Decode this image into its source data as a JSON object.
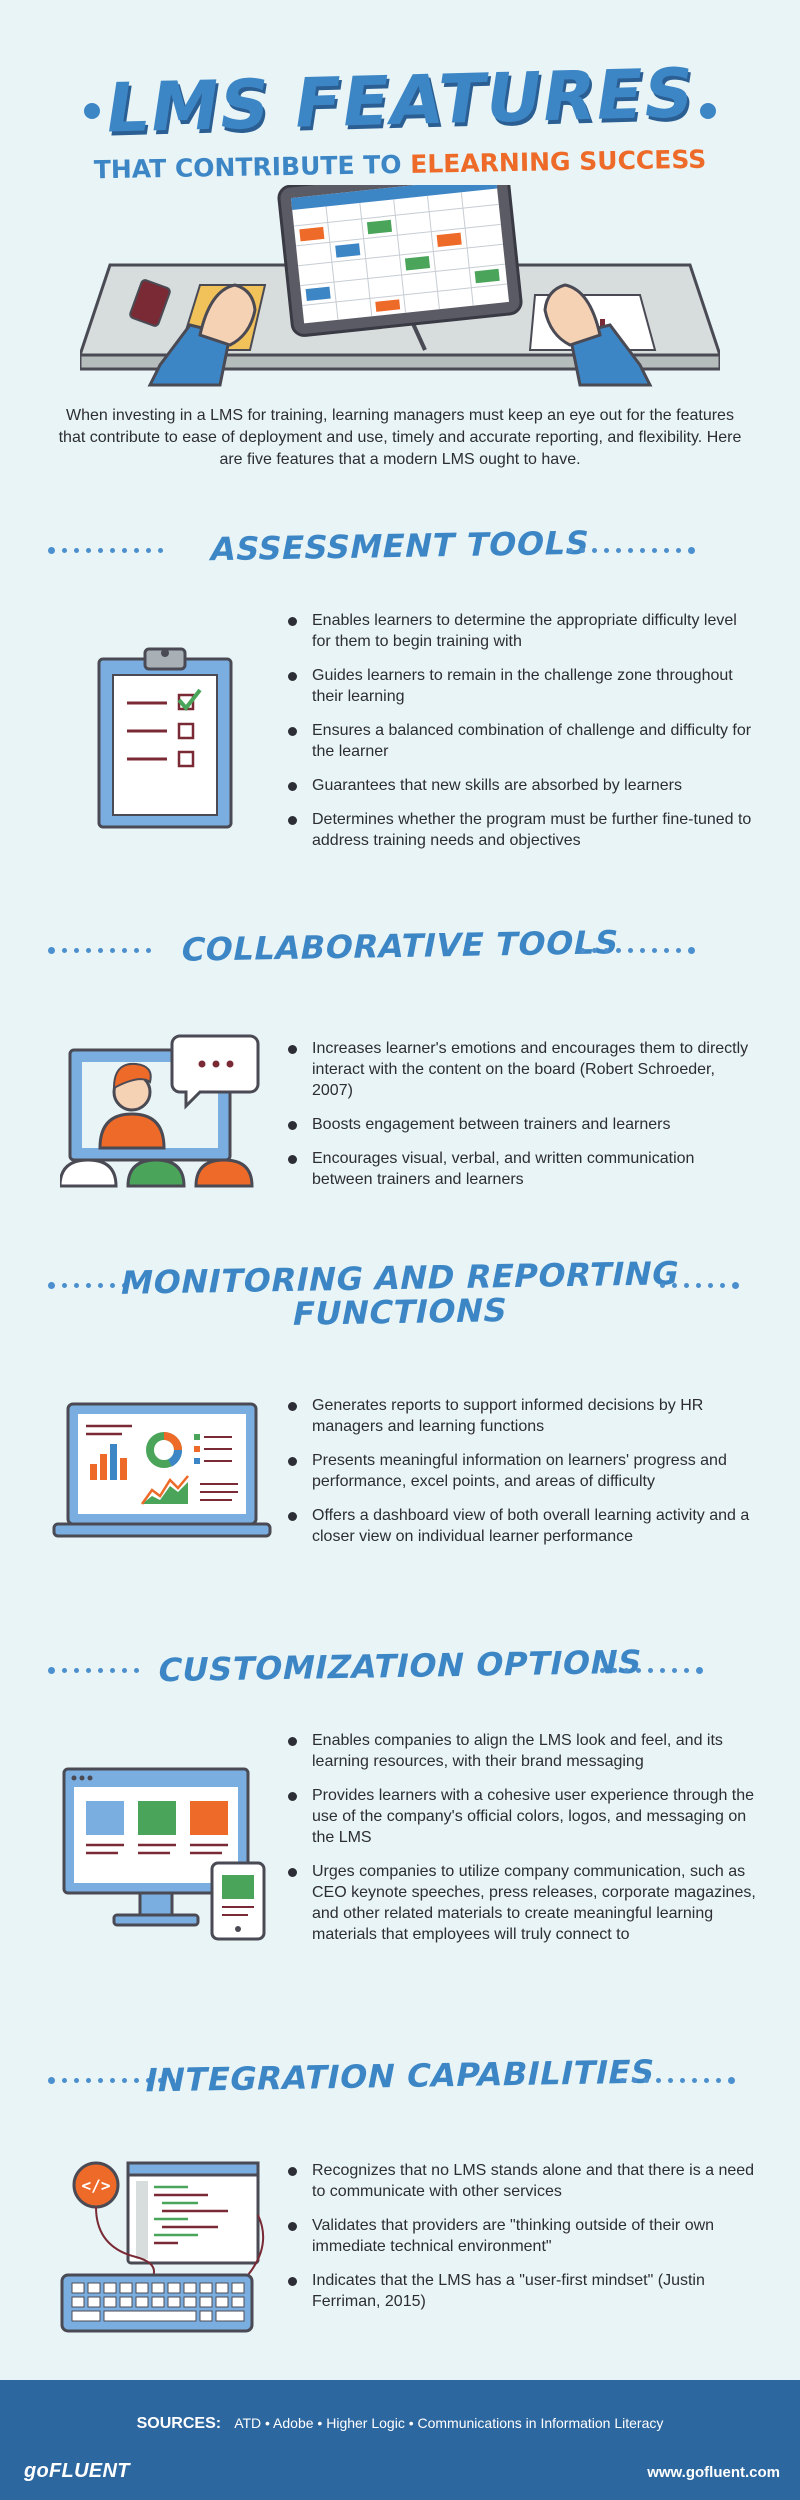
{
  "header": {
    "title": "LMS FEATURES",
    "subtitle_part1": "THAT CONTRIBUTE TO ",
    "subtitle_accent": "ELEARNING SUCCESS",
    "colors": {
      "brand_blue": "#3d86c6",
      "accent_orange": "#ee6a28",
      "dark": "#2d2d35",
      "background": "#e8f4f5",
      "footer": "#2d67a0"
    }
  },
  "intro": "When investing in a LMS for training, learning managers must keep an eye out for the features that contribute to ease of deployment and use, timely and accurate reporting, and flexibility. Here are five features that a modern LMS ought to have.",
  "sections": {
    "assessment": {
      "title": "ASSESSMENT TOOLS",
      "icon": "clipboard-checklist-icon",
      "bullets": [
        "Enables learners to determine the appropriate difficulty level for them to begin training with",
        "Guides learners to remain in the challenge zone throughout their learning",
        "Ensures a balanced combination of challenge and difficulty for the learner",
        "Guarantees that new skills are absorbed by learners",
        "Determines whether the program must be further fine-tuned to address training needs and objectives"
      ]
    },
    "collaborative": {
      "title": "COLLABORATIVE TOOLS",
      "icon": "video-chat-icon",
      "bullets": [
        "Increases learner's emotions and encourages them to directly interact with the content on the board (Robert Schroeder, 2007)",
        "Boosts engagement between trainers and learners",
        "Encourages visual, verbal, and written communication between trainers and learners"
      ]
    },
    "monitoring": {
      "title_line1": "MONITORING AND REPORTING",
      "title_line2": "FUNCTIONS",
      "icon": "laptop-dashboard-icon",
      "bullets": [
        "Generates reports to support informed decisions by HR managers and learning functions",
        "Presents meaningful information on learners' progress and performance, excel points, and areas of difficulty",
        "Offers a dashboard view of both overall learning activity and a closer view on individual learner performance"
      ]
    },
    "customization": {
      "title": "CUSTOMIZATION OPTIONS",
      "icon": "desktop-tablet-icon",
      "bullets": [
        "Enables companies to align the LMS look and feel, and its learning resources, with their brand messaging",
        "Provides learners with a cohesive user experience through the use of the company's official colors, logos, and messaging on the LMS",
        "Urges companies to utilize company communication, such as CEO keynote speeches, press releases, corporate magazines, and other related materials to create meaningful learning materials that employees will truly connect to"
      ]
    },
    "integration": {
      "title": "INTEGRATION CAPABILITIES",
      "icon": "code-keyboard-icon",
      "bullets": [
        "Recognizes that no LMS stands alone and that there is a need to communicate with other services",
        "Validates that providers are \"thinking outside of their own immediate technical environment\"",
        "Indicates that the LMS has a \"user-first mindset\" (Justin Ferriman, 2015)"
      ]
    }
  },
  "footer": {
    "sources_label": "SOURCES:",
    "sources": "ATD • Adobe • Higher Logic • Communications in Information Literacy",
    "logo": "goFLUENT",
    "website": "www.gofluent.com"
  }
}
